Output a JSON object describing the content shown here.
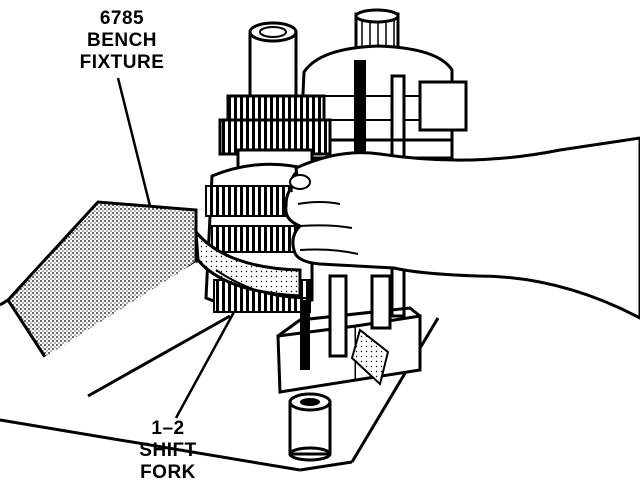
{
  "callouts": {
    "bench_fixture": {
      "lines": [
        "6785",
        "BENCH",
        "FIXTURE"
      ]
    },
    "shift_fork": {
      "lines": [
        "1–2",
        "SHIFT",
        "FORK"
      ]
    }
  }
}
